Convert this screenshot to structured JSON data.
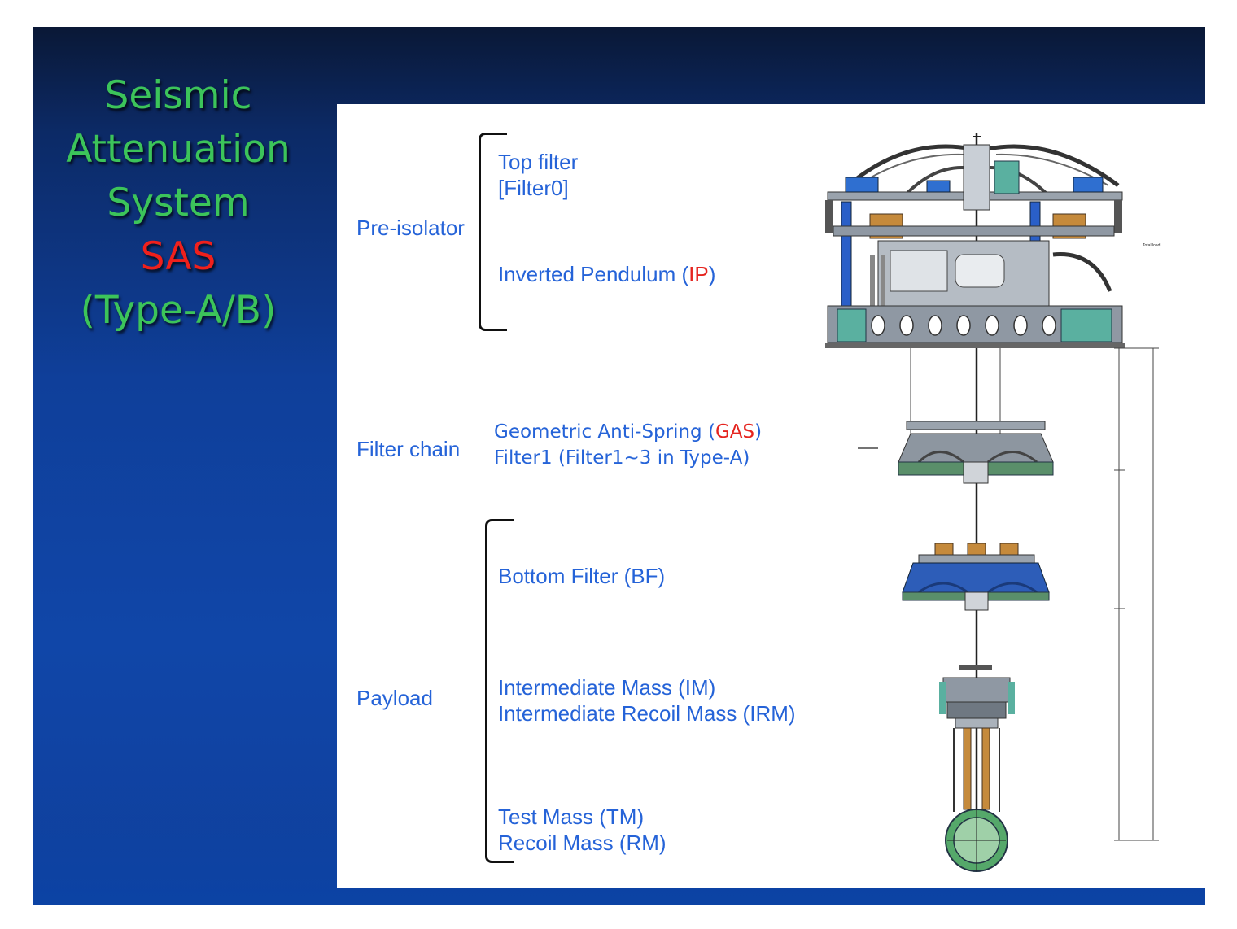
{
  "title": {
    "lines": [
      "Seismic",
      "Attenuation",
      "System",
      "SAS",
      "(Type-A/B)"
    ],
    "colors": {
      "green": "#3cc45a",
      "red": "#f0201c"
    }
  },
  "groups": {
    "preisolator": "Pre-isolator",
    "filterchain": "Filter chain",
    "payload": "Payload"
  },
  "items": {
    "top_filter": "Top filter",
    "filter0": "[Filter0]",
    "ip_pre": "Inverted Pendulum (",
    "ip_abbr": "IP",
    "ip_post": ")",
    "gas_pre": "Geometric Anti-Spring (",
    "gas_abbr": "GAS",
    "gas_post": ")",
    "filter1": "Filter1 (Filter1~3 in Type-A)",
    "bf": "Bottom Filter (BF)",
    "im": "Intermediate Mass (IM)",
    "irm": "Intermediate Recoil Mass (IRM)",
    "tm": "Test Mass (TM)",
    "rm": "Recoil Mass (RM)"
  },
  "label_color": "#2563d8"
}
